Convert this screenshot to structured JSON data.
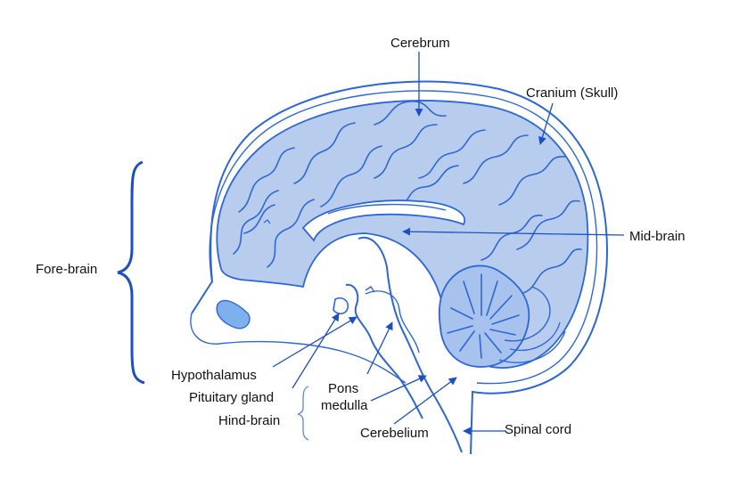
{
  "colors": {
    "background": "#000000",
    "paper": "#ffffff",
    "outline": "#2c66d8",
    "fill": "#b8cdee",
    "cerebellum_fill": "#a8c2ee",
    "label_text": "#111111"
  },
  "labels": {
    "cerebrum": "Cerebrum",
    "cranium": "Cranium  (Skull)",
    "mid_brain": "Mid-brain",
    "fore_brain": "Fore-brain",
    "hypothalamus": "Hypothalamus",
    "pituitary_gland": "Pituitary gland",
    "hind_brain": "Hind-brain",
    "pons": "Pons",
    "medulla": "medulla",
    "cerebelium": "Cerebelium",
    "spinal_cord": "Spinal  cord"
  }
}
